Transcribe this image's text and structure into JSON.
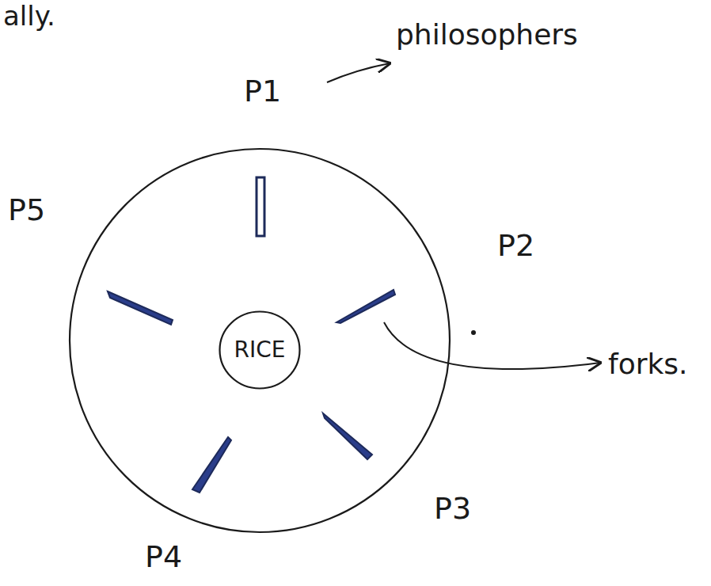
{
  "diagram": {
    "nodes": [
      {
        "text": [
          "RICE"
        ]
      }
    ],
    "labels": [
      "ally.",
      "P1",
      "philosophers",
      "P5",
      "P2",
      "P3",
      "P4",
      "forks."
    ]
  }
}
